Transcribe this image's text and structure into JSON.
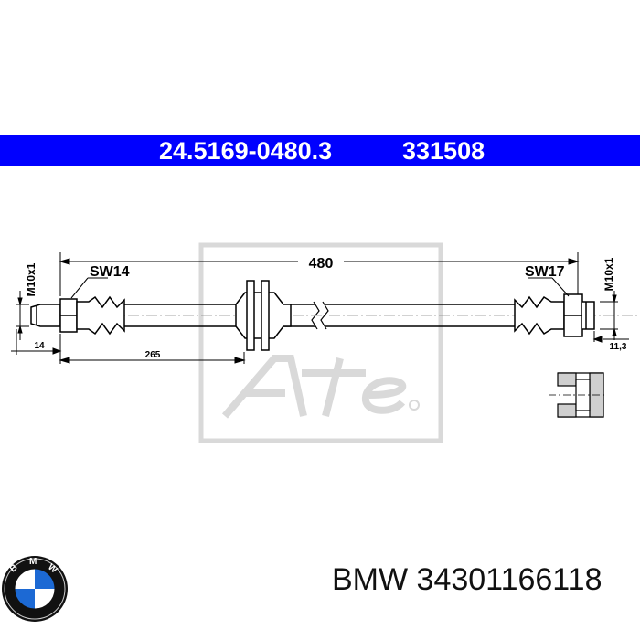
{
  "header": {
    "part_number": "24.5169-0480.3",
    "reference_number": "331508",
    "banner_color": "#0000ff"
  },
  "drawing": {
    "length": "480",
    "left_fitting": {
      "wrench_size": "SW14",
      "thread": "M10x1",
      "dim_end": "14",
      "dim_flange": "265"
    },
    "right_fitting": {
      "wrench_size": "SW17",
      "thread": "M10x1",
      "dim_end": "11,3"
    },
    "watermark": "Ate"
  },
  "footer": {
    "brand": "BMW",
    "oem_number": "34301166118",
    "logo_text": "BMW",
    "logo_colors": {
      "blue": "#1c69d4",
      "white": "#ffffff",
      "ring": "#111111"
    }
  }
}
